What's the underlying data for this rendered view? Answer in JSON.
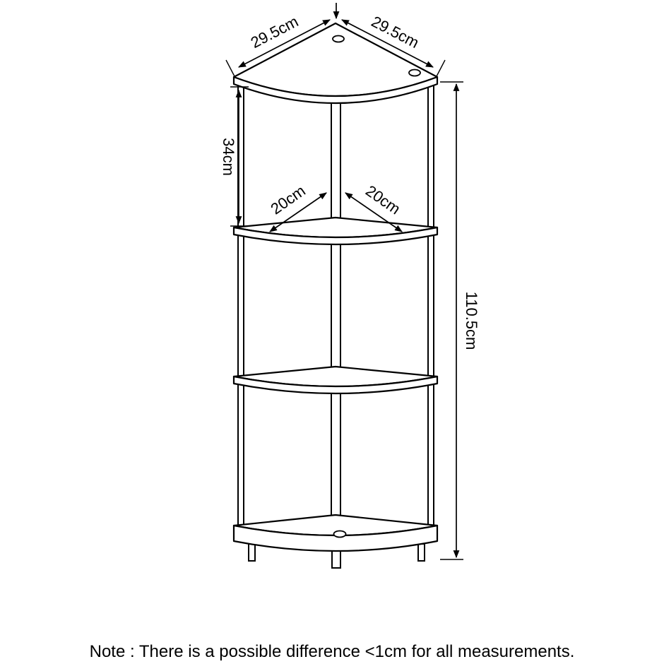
{
  "diagram": {
    "dimensions": {
      "top_left_width": "29.5cm",
      "top_right_width": "29.5cm",
      "tier_gap_height": "34cm",
      "inner_shelf_left": "20cm",
      "inner_shelf_right": "20cm",
      "total_height": "110.5cm"
    },
    "note": "Note : There is a possible difference <1cm for all measurements.",
    "colors": {
      "line": "#000000",
      "background": "#ffffff"
    }
  }
}
